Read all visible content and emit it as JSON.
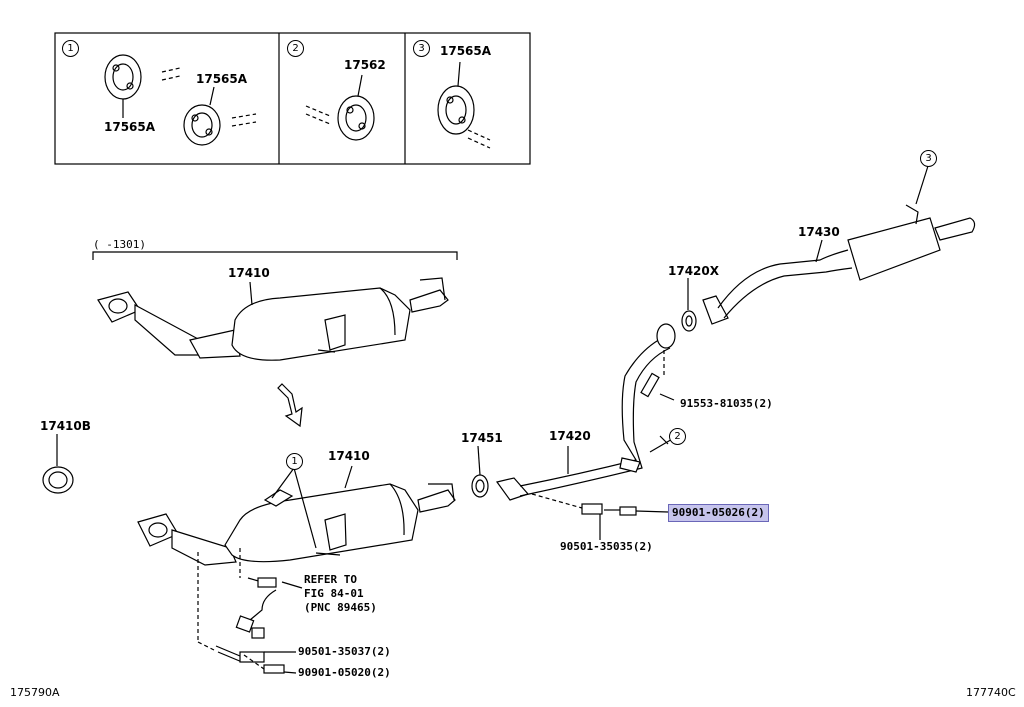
{
  "parts": {
    "p17410_top": "17410",
    "p17410_bottom": "17410",
    "p17410B": "17410B",
    "p17451": "17451",
    "p17420": "17420",
    "p17420X": "17420X",
    "p17430": "17430",
    "p91553": "91553-81035(2)",
    "p90901_05026": "90901-05026(2)",
    "p90501_35035": "90501-35035(2)",
    "p90501_35037": "90501-35037(2)",
    "p90901_05020": "90901-05020(2)"
  },
  "inset": {
    "box1_num": "1",
    "box1_a": "17565A",
    "box1_b": "17565A",
    "box2_num": "2",
    "box2_a": "17562",
    "box3_num": "3",
    "box3_a": "17565A"
  },
  "callouts": {
    "c1": "1",
    "c2": "2",
    "c3": "3"
  },
  "notes": {
    "range": "(    -1301)",
    "refer_line1": "REFER TO",
    "refer_line2": "FIG 84-01",
    "refer_line3": "(PNC 89465)"
  },
  "footer": {
    "left_code": "175790A",
    "right_code": "177740C"
  },
  "colors": {
    "highlight": "#c6c4ec",
    "line": "#000000"
  }
}
